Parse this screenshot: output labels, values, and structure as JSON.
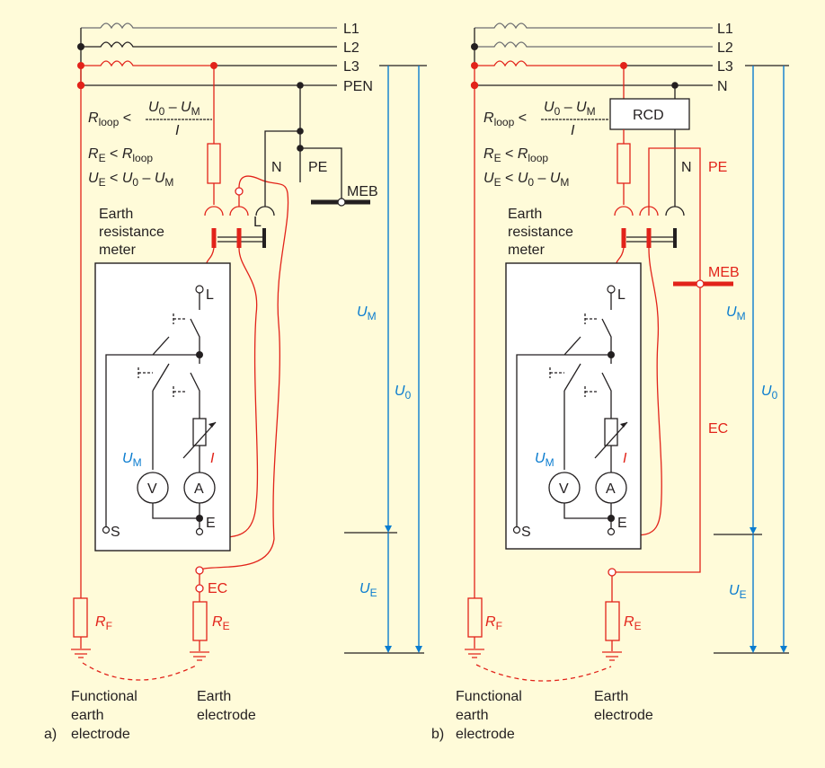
{
  "figure": {
    "panels": [
      {
        "id": "a",
        "label": "a)",
        "lines": [
          "L1",
          "L2",
          "L3",
          "PEN"
        ],
        "formulas": {
          "rloop_lhs": "R",
          "rloop_sub": "loop",
          "lt": "<",
          "numerator": "U0 – UM",
          "denominator": "I",
          "re_lhs": "RE < Rloop",
          "ue_lhs": "UE < U0 – UM"
        },
        "meter_title": [
          "Earth",
          "resistance",
          "meter"
        ],
        "terminals": {
          "L": "L",
          "E": "E",
          "S": "S"
        },
        "conductors": {
          "N": "N",
          "PE": "PE",
          "MEB": "MEB",
          "EC": "EC",
          "plug_L": "L"
        },
        "resistors": {
          "RF": "F",
          "RE": "E"
        },
        "instruments": {
          "V": "V",
          "A": "A",
          "UM_label": "M",
          "I_label": "I"
        },
        "voltages": {
          "UM": "M",
          "U0": "0",
          "UE": "E"
        },
        "electrodes": [
          [
            "Functional",
            "earth",
            "electrode"
          ],
          [
            "Earth",
            "electrode"
          ]
        ]
      },
      {
        "id": "b",
        "label": "b)",
        "lines": [
          "L1",
          "L2",
          "L3",
          "N"
        ],
        "rcd": "RCD",
        "meter_title": [
          "Earth",
          "resistance",
          "meter"
        ],
        "conductors": {
          "N": "N",
          "PE": "PE",
          "MEB": "MEB",
          "EC": "EC"
        },
        "electrodes": [
          [
            "Functional",
            "earth",
            "electrode"
          ],
          [
            "Earth",
            "electrode"
          ]
        ]
      }
    ],
    "symbols": {
      "R": "R",
      "U": "U"
    },
    "colors": {
      "background": "#fffbd9",
      "black": "#231f20",
      "red": "#e2231a",
      "blue": "#0a7ccf",
      "grey": "#6d6e71"
    }
  }
}
